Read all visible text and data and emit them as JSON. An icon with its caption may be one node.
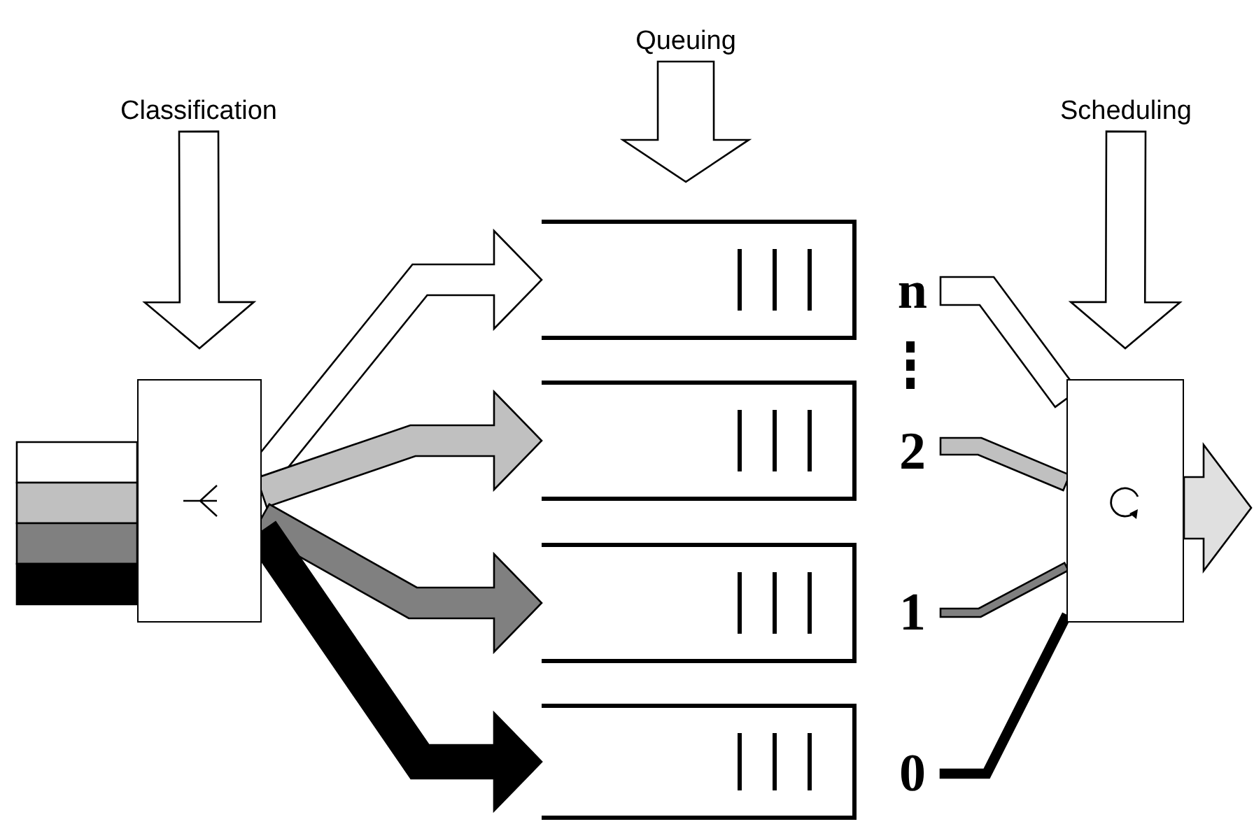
{
  "diagram": {
    "nodes": [
      {
        "text": [
          "Classification"
        ]
      },
      {
        "text": [
          "Queuing"
        ]
      },
      {
        "text": [
          "Scheduling"
        ]
      },
      {
        "text": [],
        "shape": "box"
      },
      {
        "text": [],
        "shape": "queue"
      },
      {
        "text": [],
        "shape": "queue"
      },
      {
        "text": [],
        "shape": "queue"
      },
      {
        "text": [],
        "shape": "queue"
      },
      {
        "text": [
          "n"
        ]
      },
      {
        "text": [
          "2"
        ]
      },
      {
        "text": [
          "1"
        ]
      },
      {
        "text": [
          "0"
        ]
      },
      {
        "text": [],
        "shape": "box"
      }
    ],
    "edges": [
      {
        "from": 0,
        "to": 3,
        "arrow": "to",
        "style": "thick",
        "color": "#ffffff"
      },
      {
        "from": 1,
        "to": 4,
        "arrow": "to",
        "style": "thick",
        "color": "#ffffff"
      },
      {
        "from": 2,
        "to": 12,
        "arrow": "to",
        "style": "thick",
        "color": "#ffffff"
      },
      {
        "from": null,
        "to": 3,
        "arrow": "none",
        "style": "thick",
        "color": "#ffffff"
      },
      {
        "from": null,
        "to": 3,
        "arrow": "none",
        "style": "thick",
        "color": "#c0c0c0"
      },
      {
        "from": null,
        "to": 3,
        "arrow": "none",
        "style": "thick",
        "color": "#808080"
      },
      {
        "from": null,
        "to": 3,
        "arrow": "none",
        "style": "thick",
        "color": "#000000"
      },
      {
        "from": 3,
        "to": 4,
        "arrow": "to",
        "style": "thick",
        "color": "#ffffff"
      },
      {
        "from": 3,
        "to": 5,
        "arrow": "to",
        "style": "thick",
        "color": "#c0c0c0"
      },
      {
        "from": 3,
        "to": 6,
        "arrow": "to",
        "style": "thick",
        "color": "#808080"
      },
      {
        "from": 3,
        "to": 7,
        "arrow": "to",
        "style": "thick",
        "color": "#000000"
      },
      {
        "from": 8,
        "to": 12,
        "arrow": "none",
        "style": "thick",
        "color": "#ffffff"
      },
      {
        "from": 9,
        "to": 12,
        "arrow": "none",
        "style": "thick",
        "color": "#c0c0c0"
      },
      {
        "from": 10,
        "to": 12,
        "arrow": "none",
        "style": "thick",
        "color": "#808080"
      },
      {
        "from": 11,
        "to": 12,
        "arrow": "none",
        "style": "thick",
        "color": "#000000"
      },
      {
        "from": 12,
        "to": null,
        "arrow": "to",
        "style": "thick",
        "color": "#e0e0e0"
      }
    ]
  }
}
